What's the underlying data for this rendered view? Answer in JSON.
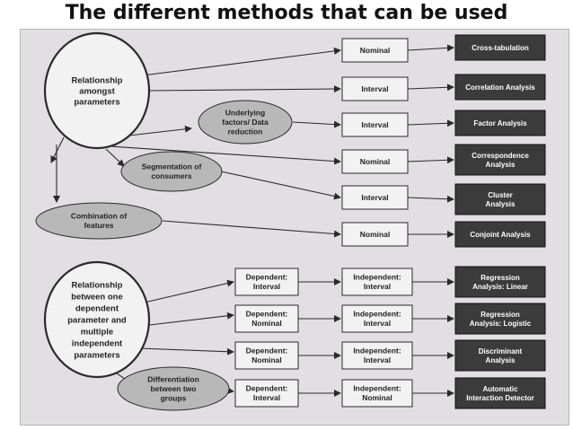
{
  "title": "The different methods that can be used",
  "circles": [
    {
      "lines": [
        "Relationship",
        "amongst",
        "parameters"
      ]
    },
    {
      "lines": [
        "Relationship",
        "between one",
        "dependent",
        "parameter and",
        "multiple",
        "independent",
        "parameters"
      ]
    }
  ],
  "ellipses": [
    {
      "lines": [
        "Underlying",
        "factors/ Data",
        "reduction"
      ]
    },
    {
      "lines": [
        "Segmentation of",
        "consumers"
      ]
    },
    {
      "lines": [
        "Combination of",
        "features"
      ]
    },
    {
      "lines": [
        "Differentiation",
        "between two",
        "groups"
      ]
    }
  ],
  "scale_boxes": [
    {
      "lines": [
        "Nominal"
      ]
    },
    {
      "lines": [
        "Interval"
      ]
    },
    {
      "lines": [
        "Interval"
      ]
    },
    {
      "lines": [
        "Nominal"
      ]
    },
    {
      "lines": [
        "Interval"
      ]
    },
    {
      "lines": [
        "Nominal"
      ]
    }
  ],
  "dependent_boxes": [
    {
      "lines": [
        "Dependent:",
        "Interval"
      ]
    },
    {
      "lines": [
        "Dependent:",
        "Nominal"
      ]
    },
    {
      "lines": [
        "Dependent:",
        "Nominal"
      ]
    },
    {
      "lines": [
        "Dependent:",
        "Interval"
      ]
    }
  ],
  "independent_boxes": [
    {
      "lines": [
        "Independent:",
        "Interval"
      ]
    },
    {
      "lines": [
        "Independent:",
        "Interval"
      ]
    },
    {
      "lines": [
        "Independent:",
        "Interval"
      ]
    },
    {
      "lines": [
        "Independent:",
        "Nominal"
      ]
    }
  ],
  "methods": [
    {
      "lines": [
        "Cross-tabulation"
      ]
    },
    {
      "lines": [
        "Correlation Analysis"
      ]
    },
    {
      "lines": [
        "Factor Analysis"
      ]
    },
    {
      "lines": [
        "Correspondence",
        "Analysis"
      ]
    },
    {
      "lines": [
        "Cluster",
        "Analysis"
      ]
    },
    {
      "lines": [
        "Conjoint Analysis"
      ]
    },
    {
      "lines": [
        "Regression",
        "Analysis: Linear"
      ]
    },
    {
      "lines": [
        "Regression",
        "Analysis: Logistic"
      ]
    },
    {
      "lines": [
        "Discriminant",
        "Analysis"
      ]
    },
    {
      "lines": [
        "Automatic",
        "Interaction Detector"
      ]
    }
  ],
  "colors": {
    "paper": "#e1dfe1",
    "node_fill": "#f2f2f2",
    "ellipse_fill": "#b8b8b8",
    "method_fill": "#3b3b3b",
    "method_text": "#ffffff",
    "line": "#2a2a2a"
  }
}
